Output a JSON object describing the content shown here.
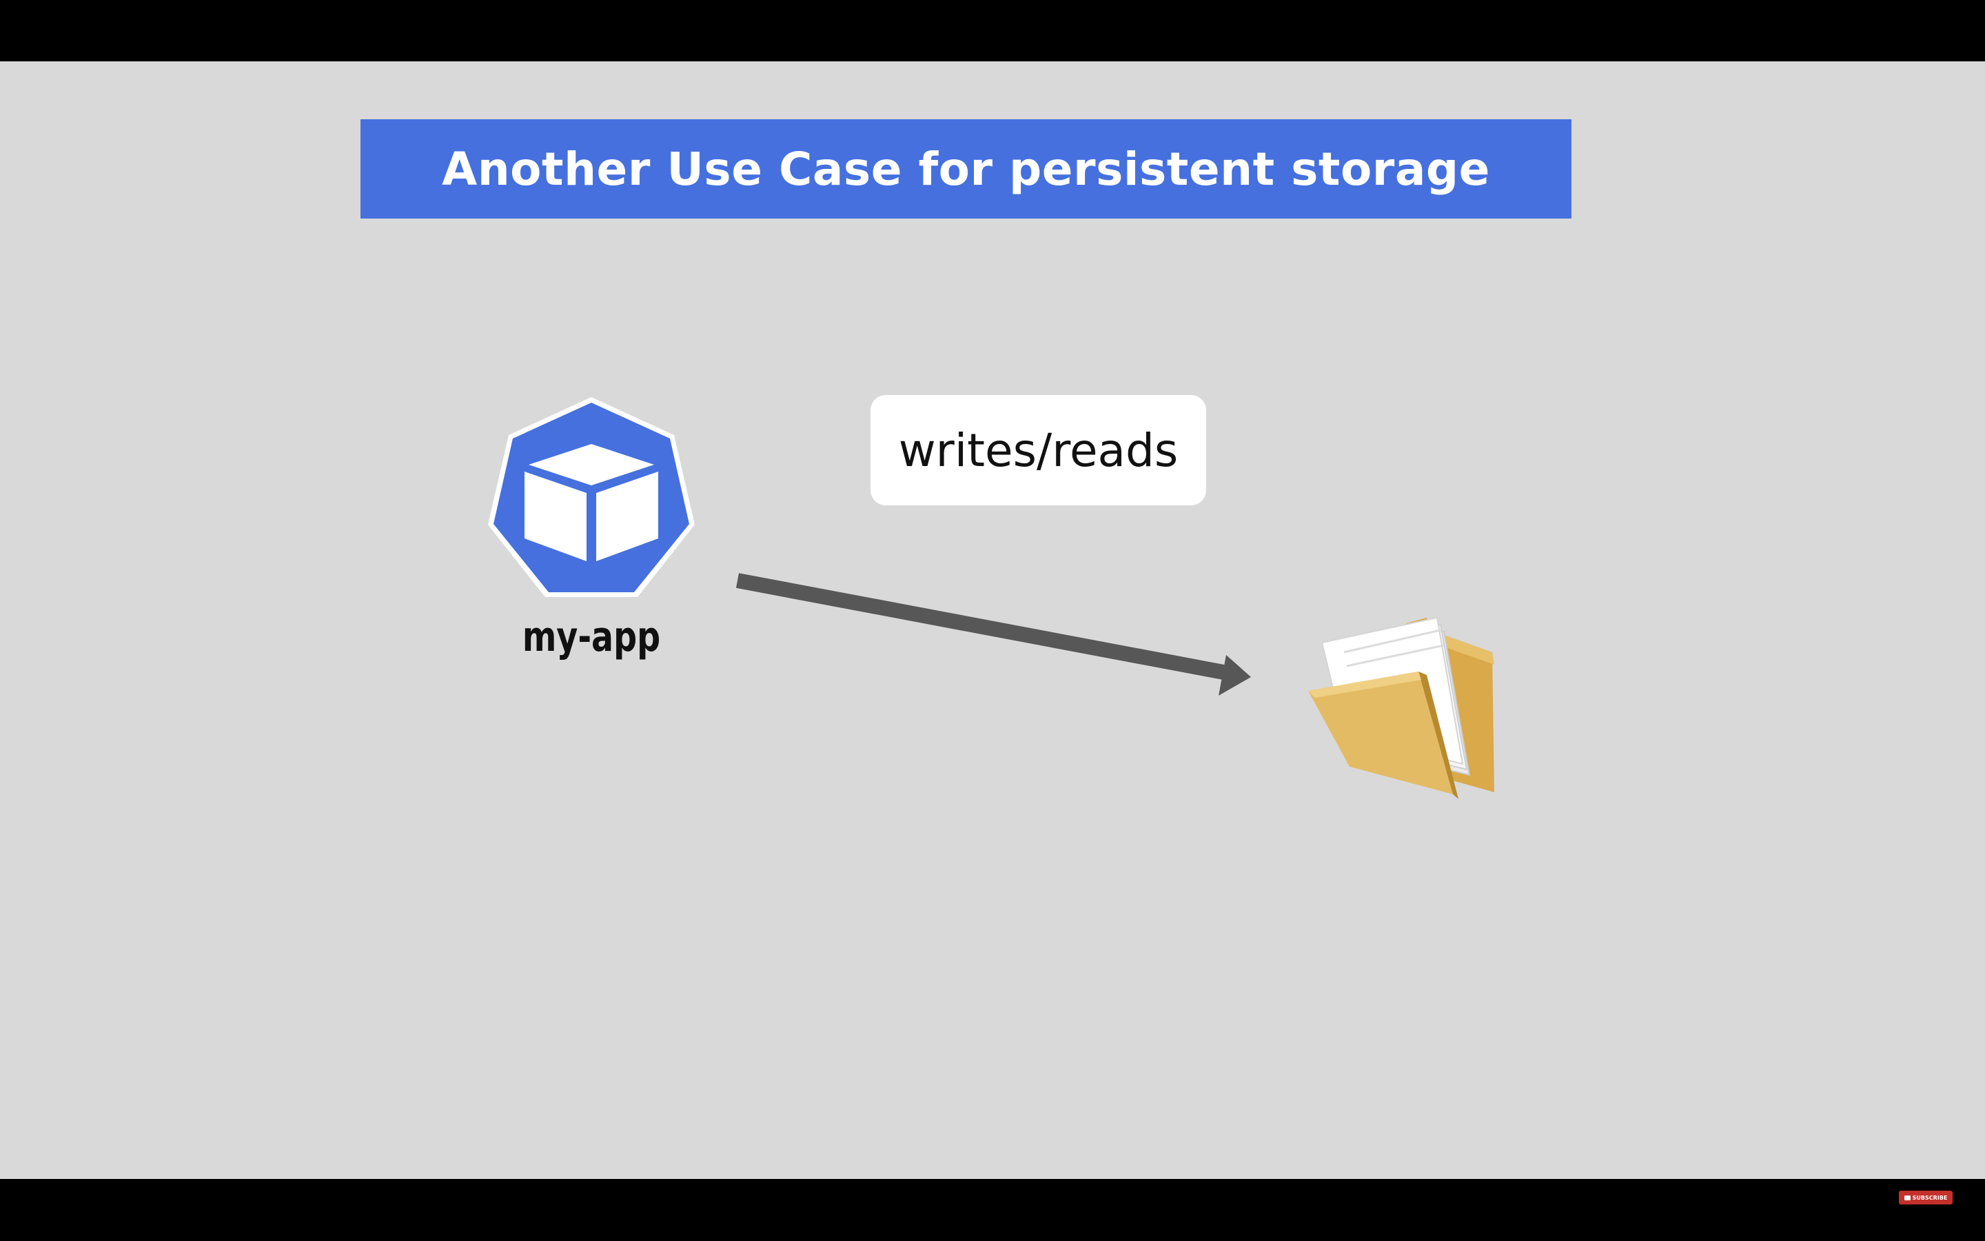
{
  "slide": {
    "title": "Another Use Case for persistent storage",
    "pod": {
      "label": "my-app",
      "icon": "kubernetes-pod-cube-icon",
      "color": "#4570de"
    },
    "connection": {
      "label": "writes/reads",
      "arrow_color": "#575757"
    },
    "storage": {
      "icon": "folder-with-files-icon"
    }
  },
  "overlay": {
    "subscribe_label": "SUBSCRIBE",
    "subscribe_icon": "youtube-play-icon",
    "subscribe_color": "#c4302b"
  },
  "colors": {
    "background": "#d9d9d9",
    "banner": "#4570de",
    "letterbox": "#000000"
  }
}
